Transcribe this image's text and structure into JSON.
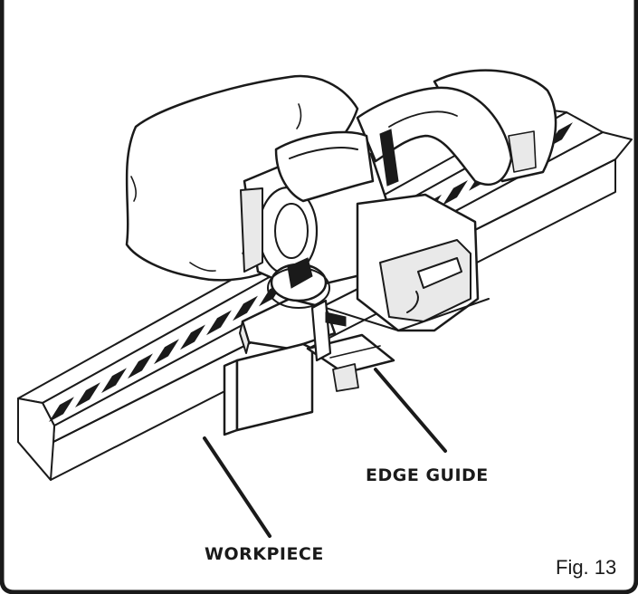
{
  "figure": {
    "label": "Fig. 13",
    "callouts": {
      "edge_guide": "EDGE GUIDE",
      "workpiece": "WORKPIECE"
    },
    "hatch_segments": 20,
    "colors": {
      "ink": "#1a1a1a",
      "background": "#ffffff"
    }
  }
}
